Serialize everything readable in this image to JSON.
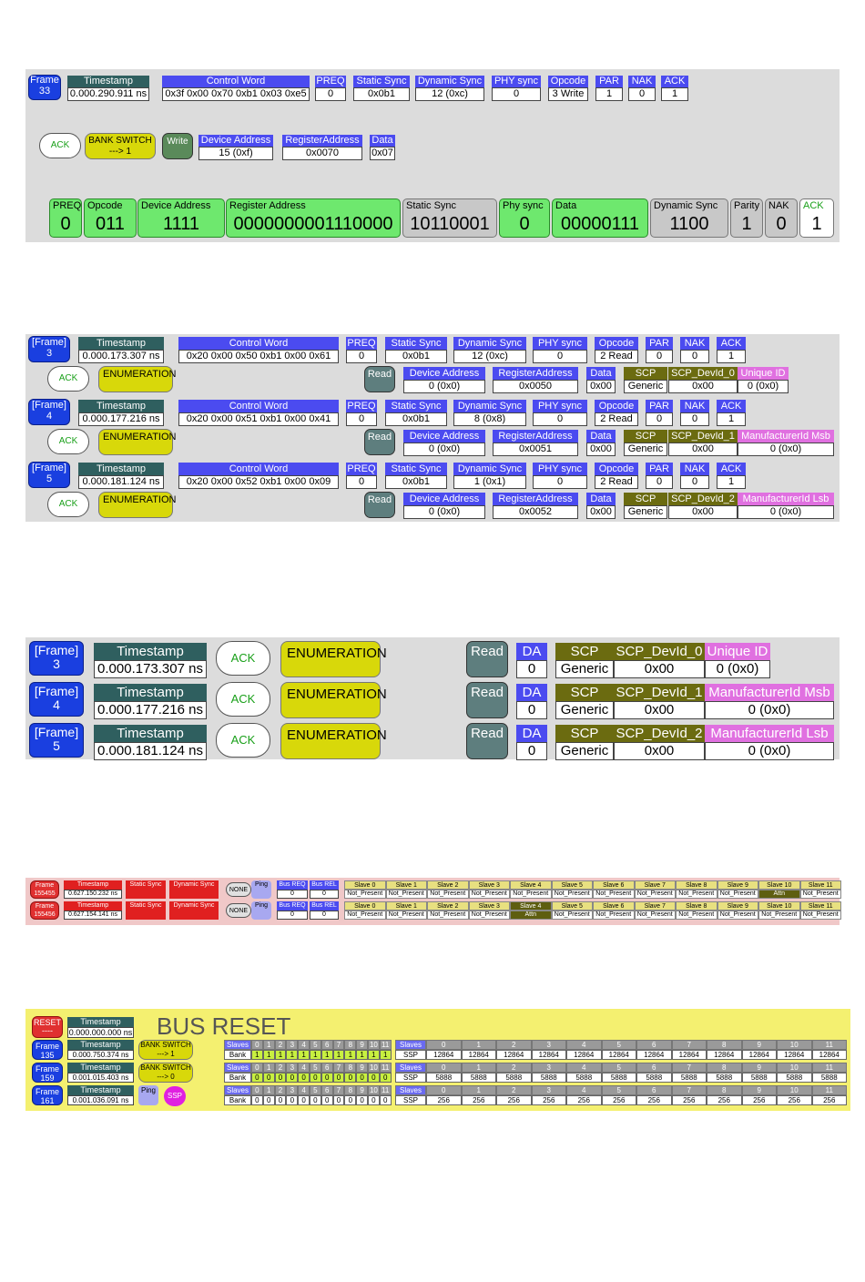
{
  "s1": {
    "frame": [
      "Frame",
      "33"
    ],
    "timestamp": {
      "label": "Timestamp",
      "value": "0.000.290.911 ns"
    },
    "control_word": {
      "label": "Control Word",
      "value": "0x3f 0x00 0x70 0xb1 0x03 0xe5"
    },
    "fields": [
      {
        "label": "PREQ",
        "value": "0"
      },
      {
        "label": "Static Sync",
        "value": "0x0b1"
      },
      {
        "label": "Dynamic Sync",
        "value": "12 (0xc)"
      },
      {
        "label": "PHY sync",
        "value": "0"
      },
      {
        "label": "Opcode",
        "value": "3 Write"
      },
      {
        "label": "PAR",
        "value": "1"
      },
      {
        "label": "NAK",
        "value": "0"
      },
      {
        "label": "ACK",
        "value": "1"
      }
    ],
    "ack": "ACK",
    "bank_switch": [
      "BANK SWITCH",
      "---> 1"
    ],
    "write": "Write",
    "dev_addr": {
      "label": "Device Address",
      "value": "15 (0xf)"
    },
    "reg_addr": {
      "label": "RegisterAddress",
      "value": "0x0070"
    },
    "data": {
      "label": "Data",
      "value": "0x07"
    },
    "bits": [
      {
        "label": "PREQ",
        "value": "0"
      },
      {
        "label": "Opcode",
        "value": "011"
      },
      {
        "label": "Device Address",
        "value": "1111"
      },
      {
        "label": "Register Address",
        "value": "0000000001110000"
      },
      {
        "label": "Static Sync",
        "value": "10110001"
      },
      {
        "label": "Phy sync",
        "value": "0"
      },
      {
        "label": "Data",
        "value": "00000111"
      },
      {
        "label": "Dynamic Sync",
        "value": "1100"
      },
      {
        "label": "Parity",
        "value": "1"
      },
      {
        "label": "NAK",
        "value": "0"
      },
      {
        "label": "ACK",
        "value": "1"
      }
    ]
  },
  "s2": {
    "rows": [
      {
        "frame": [
          "[Frame]",
          "3"
        ],
        "timestamp": "0.000.173.307 ns",
        "cw": "0x20 0x00 0x50 0xb1 0x00 0x61",
        "preq": "0",
        "static": "0x0b1",
        "dynamic": "12 (0xc)",
        "phy": "0",
        "opcode": "2 Read",
        "par": "0",
        "nak": "0",
        "ack": "1",
        "dev": "0 (0x0)",
        "reg": "0x0050",
        "data": "0x00",
        "scp": "Generic",
        "devid_label": "SCP_DevId_0",
        "devid": "0x00",
        "extra_label": "Unique ID",
        "extra": "0 (0x0)"
      },
      {
        "frame": [
          "[Frame]",
          "4"
        ],
        "timestamp": "0.000.177.216 ns",
        "cw": "0x20 0x00 0x51 0xb1 0x00 0x41",
        "preq": "0",
        "static": "0x0b1",
        "dynamic": "8 (0x8)",
        "phy": "0",
        "opcode": "2 Read",
        "par": "0",
        "nak": "0",
        "ack": "1",
        "dev": "0 (0x0)",
        "reg": "0x0051",
        "data": "0x00",
        "scp": "Generic",
        "devid_label": "SCP_DevId_1",
        "devid": "0x00",
        "extra_label": "ManufacturerId Msb",
        "extra": "0 (0x0)"
      },
      {
        "frame": [
          "[Frame]",
          "5"
        ],
        "timestamp": "0.000.181.124 ns",
        "cw": "0x20 0x00 0x52 0xb1 0x00 0x09",
        "preq": "0",
        "static": "0x0b1",
        "dynamic": "1 (0x1)",
        "phy": "0",
        "opcode": "2 Read",
        "par": "0",
        "nak": "0",
        "ack": "1",
        "dev": "0 (0x0)",
        "reg": "0x0052",
        "data": "0x00",
        "scp": "Generic",
        "devid_label": "SCP_DevId_2",
        "devid": "0x00",
        "extra_label": "ManufacturerId Lsb",
        "extra": "0 (0x0)"
      }
    ],
    "labels": {
      "timestamp": "Timestamp",
      "cw": "Control Word",
      "preq": "PREQ",
      "static": "Static Sync",
      "dynamic": "Dynamic Sync",
      "phy": "PHY sync",
      "opcode": "Opcode",
      "par": "PAR",
      "nak": "NAK",
      "ack": "ACK",
      "dev": "Device Address",
      "reg": "RegisterAddress",
      "data": "Data",
      "scp": "SCP",
      "ack_btn": "ACK",
      "enum": "ENUMERATION",
      "read": "Read"
    }
  },
  "s3": {
    "labels": {
      "timestamp": "Timestamp",
      "ack": "ACK",
      "enum": "ENUMERATION",
      "read": "Read",
      "da": "DA",
      "scp": "SCP"
    },
    "rows": [
      {
        "frame": [
          "[Frame]",
          "3"
        ],
        "timestamp": "0.000.173.307 ns",
        "da": "0",
        "scp": "Generic",
        "devid_label": "SCP_DevId_0",
        "devid": "0x00",
        "extra_label": "Unique ID",
        "extra": "0 (0x0)"
      },
      {
        "frame": [
          "[Frame]",
          "4"
        ],
        "timestamp": "0.000.177.216 ns",
        "da": "0",
        "scp": "Generic",
        "devid_label": "SCP_DevId_1",
        "devid": "0x00",
        "extra_label": "ManufacturerId Msb",
        "extra": "0 (0x0)"
      },
      {
        "frame": [
          "[Frame]",
          "5"
        ],
        "timestamp": "0.000.181.124 ns",
        "da": "0",
        "scp": "Generic",
        "devid_label": "SCP_DevId_2",
        "devid": "0x00",
        "extra_label": "ManufacturerId Lsb",
        "extra": "0 (0x0)"
      }
    ]
  },
  "s4": {
    "labels": {
      "timestamp": "Timestamp",
      "static": "Static Sync",
      "dynamic": "Dynamic Sync",
      "none": "NONE",
      "ping": "Ping",
      "busreq": "Bus REQ",
      "busrel": "Bus REL"
    },
    "rows": [
      {
        "frame": [
          "Frame",
          "155455"
        ],
        "timestamp": "0.627.150.232 ns",
        "busreq": "0",
        "busrel": "0",
        "slaves": [
          "Slave 0",
          "Slave 1",
          "Slave 2",
          "Slave 3",
          "Slave 4",
          "Slave 5",
          "Slave 6",
          "Slave 7",
          "Slave 8",
          "Slave 9",
          "Slave 10",
          "Slave 11"
        ],
        "status": [
          "Not_Present",
          "Not_Present",
          "Not_Present",
          "Not_Present",
          "Not_Present",
          "Not_Present",
          "Not_Present",
          "Not_Present",
          "Not_Present",
          "Not_Present",
          "Attn",
          "Not_Present"
        ]
      },
      {
        "frame": [
          "Frame",
          "155456"
        ],
        "timestamp": "0.627.154.141 ns",
        "busreq": "0",
        "busrel": "0",
        "slaves": [
          "Slave 0",
          "Slave 1",
          "Slave 2",
          "Slave 3",
          "Slave 4",
          "Slave 5",
          "Slave 6",
          "Slave 7",
          "Slave 8",
          "Slave 9",
          "Slave 10",
          "Slave 11"
        ],
        "status": [
          "Not_Present",
          "Not_Present",
          "Not_Present",
          "Not_Present",
          "Attn",
          "Not_Present",
          "Not_Present",
          "Not_Present",
          "Not_Present",
          "Not_Present",
          "Not_Present",
          "Not_Present"
        ]
      }
    ]
  },
  "s5": {
    "reset": {
      "frame": "RESET",
      "frame_sub": "----",
      "ts_label": "Timestamp",
      "ts": "0.000.000.000 ns",
      "title": "BUS RESET"
    },
    "labels": {
      "timestamp": "Timestamp",
      "slaves": "Slaves",
      "bank": "Bank",
      "ssp": "SSP",
      "ping": "Ping",
      "ssp_badge": "SSP"
    },
    "idx": [
      "0",
      "1",
      "2",
      "3",
      "4",
      "5",
      "6",
      "7",
      "8",
      "9",
      "10",
      "11"
    ],
    "rows": [
      {
        "frame": [
          "Frame",
          "135"
        ],
        "ts": "0.000.750.374 ns",
        "bank_switch": [
          "BANK SWITCH",
          "---> 1"
        ],
        "bank": [
          "1",
          "1",
          "1",
          "1",
          "1",
          "1",
          "1",
          "1",
          "1",
          "1",
          "1",
          "1"
        ],
        "ssp": [
          "12864",
          "12864",
          "12864",
          "12864",
          "12864",
          "12864",
          "12864",
          "12864",
          "12864",
          "12864",
          "12864",
          "12864"
        ]
      },
      {
        "frame": [
          "Frame",
          "159"
        ],
        "ts": "0.001.015.403 ns",
        "bank_switch": [
          "BANK SWITCH",
          "---> 0"
        ],
        "bank": [
          "0",
          "0",
          "0",
          "0",
          "0",
          "0",
          "0",
          "0",
          "0",
          "0",
          "0",
          "0"
        ],
        "ssp": [
          "5888",
          "5888",
          "5888",
          "5888",
          "5888",
          "5888",
          "5888",
          "5888",
          "5888",
          "5888",
          "5888",
          "5888"
        ]
      },
      {
        "frame": [
          "Frame",
          "161"
        ],
        "ts": "0.001.036.091 ns",
        "bank": [
          "0",
          "0",
          "0",
          "0",
          "0",
          "0",
          "0",
          "0",
          "0",
          "0",
          "0",
          "0"
        ],
        "ssp": [
          "256",
          "256",
          "256",
          "256",
          "256",
          "256",
          "256",
          "256",
          "256",
          "256",
          "256",
          "256"
        ]
      }
    ]
  }
}
